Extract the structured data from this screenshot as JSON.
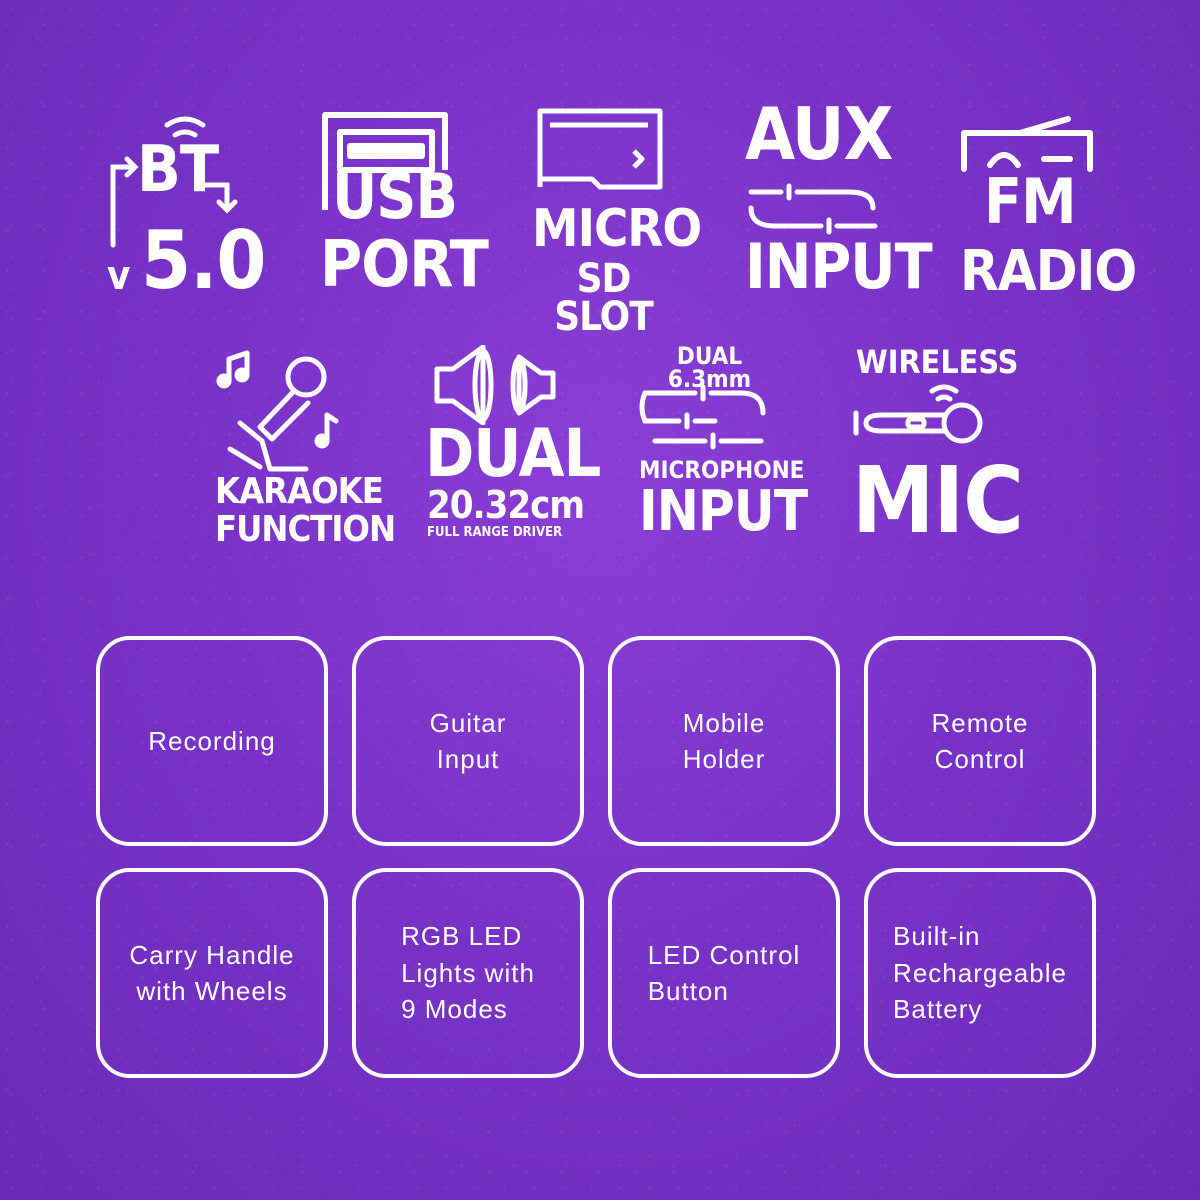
{
  "features_row1": [
    {
      "name": "bt",
      "top": "BT",
      "bottom_prefix": "v",
      "bottom": "5.0",
      "icon": "bluetooth-icon"
    },
    {
      "name": "usb",
      "line1": "USB",
      "line2": "PORT",
      "icon": "usb-icon"
    },
    {
      "name": "microsd",
      "line1": "MICRO",
      "line2": "SD SLOT",
      "icon": "sd-card-icon"
    },
    {
      "name": "aux",
      "line1": "AUX",
      "line2": "INPUT",
      "icon": "aux-cable-icon"
    },
    {
      "name": "fm",
      "line1": "FM",
      "line2": "RADIO",
      "icon": "radio-icon"
    }
  ],
  "features_row2": [
    {
      "name": "karaoke",
      "line1": "KARAOKE",
      "line2": "FUNCTION",
      "icon": "karaoke-microphone-icon"
    },
    {
      "name": "dual-driver",
      "line1": "DUAL",
      "line2": "20.32cm",
      "line3": "FULL RANGE DRIVER",
      "icon": "speaker-icon"
    },
    {
      "name": "mic-input",
      "line0": "DUAL 6.3mm",
      "line1": "MICROPHONE",
      "line2": "INPUT",
      "icon": "jack-cable-icon"
    },
    {
      "name": "wireless-mic",
      "line0": "WIRELESS",
      "line1": "MIC",
      "icon": "wireless-mic-icon"
    }
  ],
  "boxes": [
    "Recording",
    "Guitar\nInput",
    "Mobile\nHolder",
    "Remote\nControl",
    "Carry Handle\nwith Wheels",
    "RGB LED\nLights with\n9 Modes",
    "LED Control\nButton",
    "Built-in\nRechargeable\nBattery"
  ]
}
